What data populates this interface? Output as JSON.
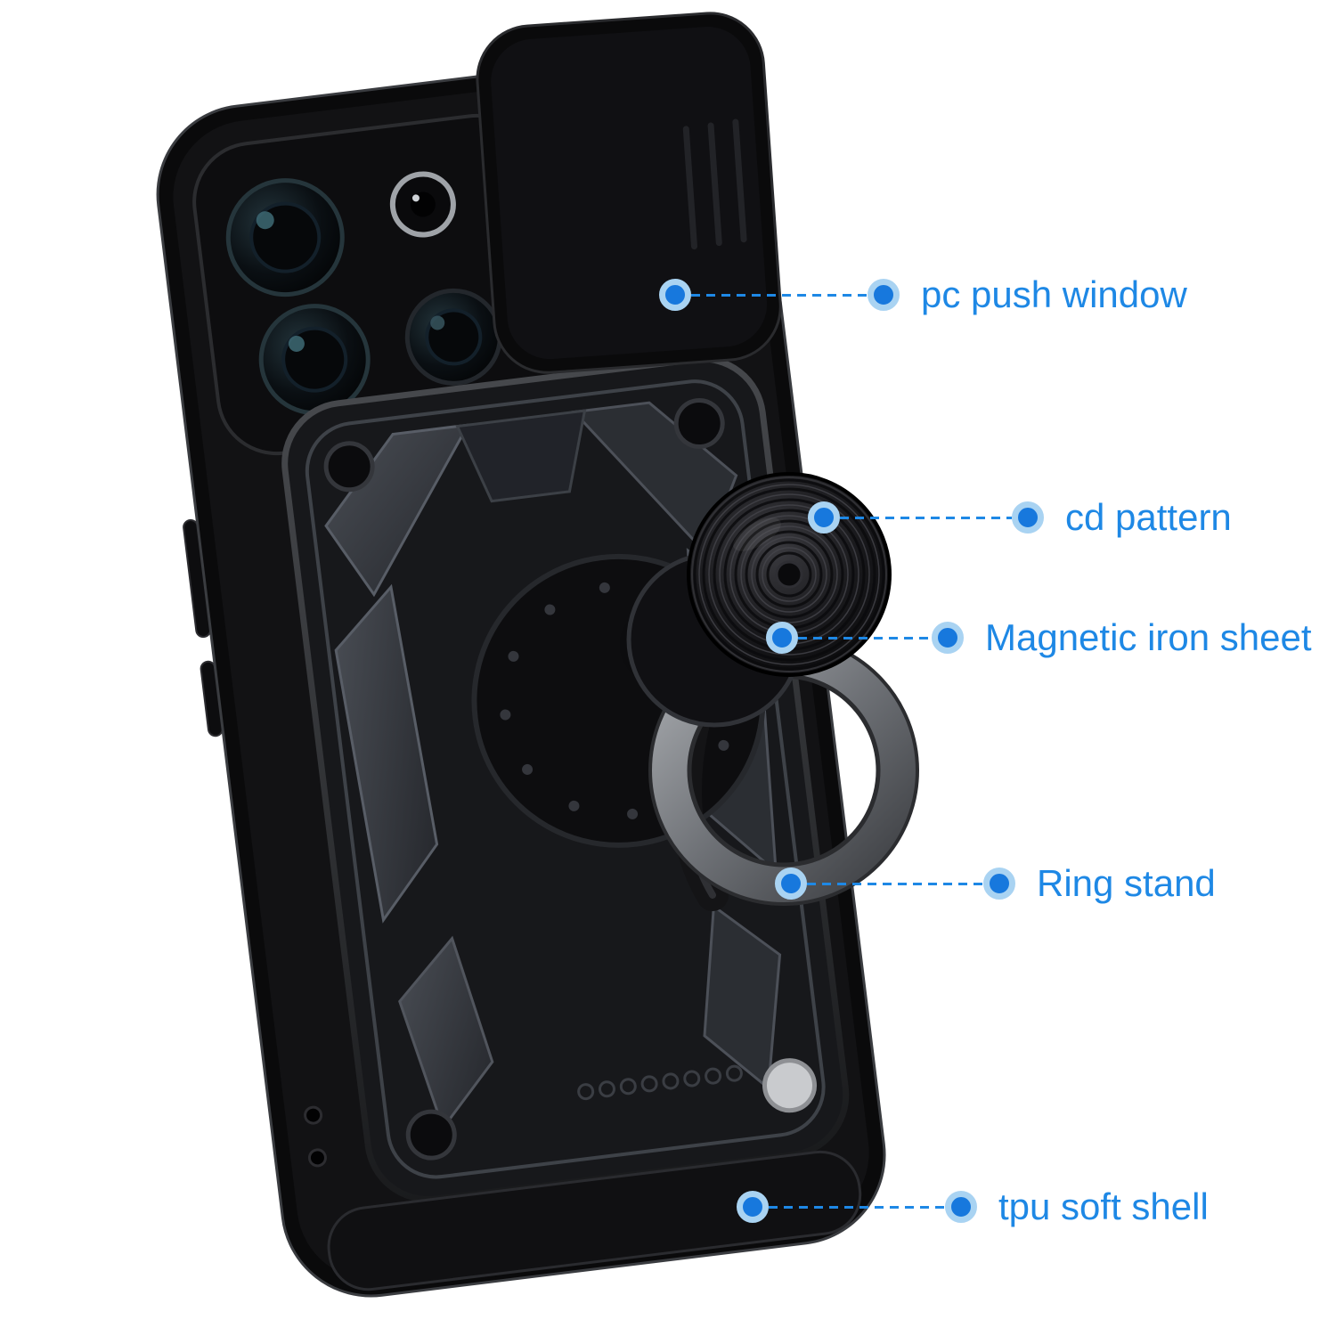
{
  "page": {
    "background": "#ffffff"
  },
  "colors": {
    "accent_blue": "#1e88e5",
    "halo_blue": "#a9d3f2",
    "case_black": "#0a0a0b",
    "ring_gray": "#8d9095"
  },
  "callouts": [
    {
      "label": "pc push window"
    },
    {
      "label": "cd pattern"
    },
    {
      "label": "Magnetic iron sheet"
    },
    {
      "label": "Ring stand"
    },
    {
      "label": "tpu soft shell"
    }
  ],
  "parts": [
    "camera-slide-cover",
    "camera-lens",
    "armor-plate",
    "cd-pattern-disc",
    "magnetic-iron-sheet",
    "ring-stand",
    "tpu-soft-shell"
  ]
}
